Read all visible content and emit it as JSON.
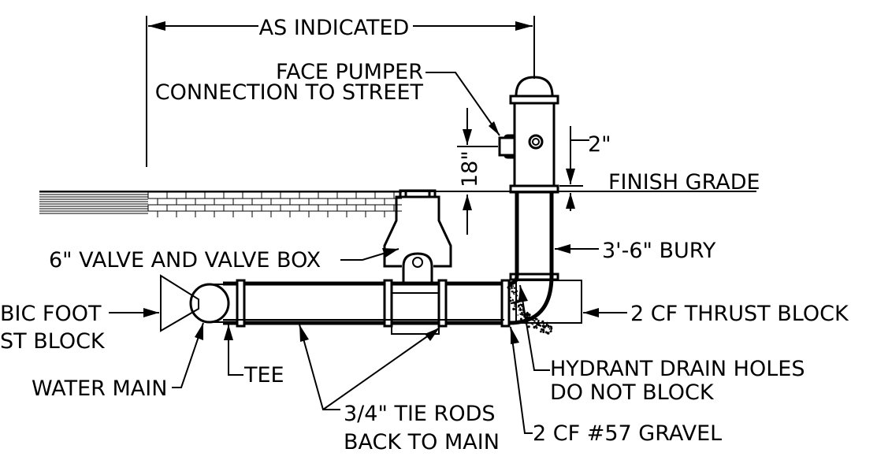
{
  "labels": {
    "as_indicated": "AS INDICATED",
    "face_pumper_1": "FACE PUMPER",
    "face_pumper_2": "CONNECTION TO STREET",
    "dim_18": "18\"",
    "dim_2": "2\"",
    "finish_grade": "FINISH GRADE",
    "bury": "3'-6\" BURY",
    "valve_box": "6\" VALVE AND VALVE BOX",
    "cubic_foot_1": "BIC FOOT",
    "cubic_foot_2": "ST BLOCK",
    "thrust_block": "2 CF THRUST BLOCK",
    "tee": "TEE",
    "water_main": "WATER MAIN",
    "drain_holes_1": "HYDRANT DRAIN HOLES",
    "drain_holes_2": "DO NOT BLOCK",
    "tie_rods_1": "3/4\" TIE RODS",
    "tie_rods_2": "BACK TO MAIN",
    "gravel": "2 CF #57 GRAVEL"
  }
}
